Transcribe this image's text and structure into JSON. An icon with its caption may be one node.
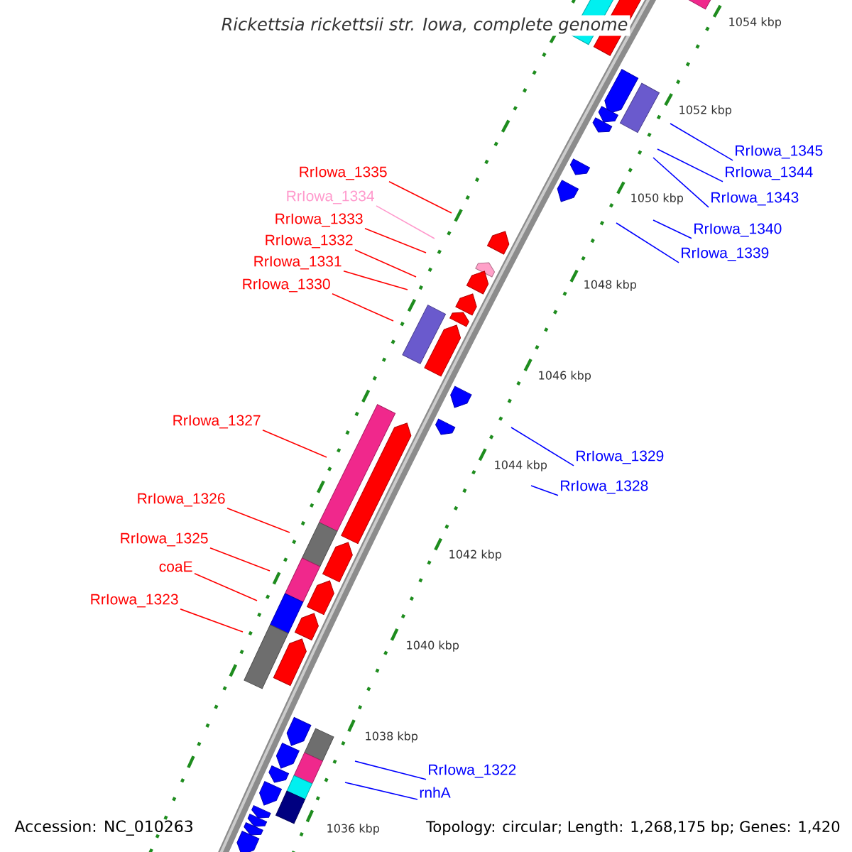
{
  "diagram": {
    "title": "Rickettsia rickettsii str. Iowa, complete genome",
    "nodes": [
      {
        "text": [
          "RrIowa_1345"
        ]
      },
      {
        "text": [
          "RrIowa_1335"
        ]
      },
      {
        "text": [
          "RrIowa_1344"
        ]
      },
      {
        "text": [
          "RrIowa_1334"
        ]
      },
      {
        "text": [
          "RrIowa_1343"
        ]
      },
      {
        "text": [
          "RrIowa_1333"
        ]
      },
      {
        "text": [
          "RrIowa_1340"
        ]
      },
      {
        "text": [
          "RrIowa_1332"
        ]
      },
      {
        "text": [
          "RrIowa_1339"
        ]
      },
      {
        "text": [
          "RrIowa_1331"
        ]
      },
      {
        "text": [
          "RrIowa_1330"
        ]
      },
      {
        "text": [
          "RrIowa_1327"
        ]
      },
      {
        "text": [
          "RrIowa_1329"
        ]
      },
      {
        "text": [
          "RrIowa_1328"
        ]
      },
      {
        "text": [
          "RrIowa_1326"
        ]
      },
      {
        "text": [
          "RrIowa_1325"
        ]
      },
      {
        "text": [
          "coaE"
        ]
      },
      {
        "text": [
          "RrIowa_1323"
        ]
      },
      {
        "text": [
          "RrIowa_1322"
        ]
      },
      {
        "text": [
          "rnhA"
        ]
      }
    ],
    "edges": [
      {
        "from": 0,
        "to": null,
        "arrow": "none",
        "color": "#0000ff"
      },
      {
        "from": 1,
        "to": null,
        "arrow": "none"
      },
      {
        "from": 2,
        "to": null,
        "arrow": "none",
        "color": "#0000ff"
      },
      {
        "from": 3,
        "to": null,
        "arrow": "none",
        "color": "#ff99cc"
      },
      {
        "from": 4,
        "to": null,
        "arrow": "none",
        "color": "#0000ff"
      },
      {
        "from": 5,
        "to": null,
        "arrow": "none"
      },
      {
        "from": 6,
        "to": null,
        "arrow": "none",
        "color": "#0000ff"
      },
      {
        "from": 7,
        "to": null,
        "arrow": "none"
      },
      {
        "from": 8,
        "to": null,
        "arrow": "none",
        "color": "#0000ff"
      },
      {
        "from": 9,
        "to": null,
        "arrow": "none"
      },
      {
        "from": 10,
        "to": null,
        "arrow": "none"
      },
      {
        "from": 11,
        "to": null,
        "arrow": "none"
      },
      {
        "from": 12,
        "to": null,
        "arrow": "none",
        "color": "#0000ff"
      },
      {
        "from": 13,
        "to": null,
        "arrow": "none",
        "color": "#0000ff"
      },
      {
        "from": 14,
        "to": null,
        "arrow": "none"
      },
      {
        "from": 15,
        "to": null,
        "arrow": "none"
      },
      {
        "from": 16,
        "to": null,
        "arrow": "none"
      },
      {
        "from": 17,
        "to": null,
        "arrow": "none"
      },
      {
        "from": 18,
        "to": null,
        "arrow": "none",
        "color": "#0000ff"
      },
      {
        "from": 19,
        "to": null,
        "arrow": "none",
        "color": "#0000ff"
      }
    ],
    "labels": [
      "1054 kbp",
      "1052 kbp",
      "1050 kbp",
      "1048 kbp",
      "1046 kbp",
      "1044 kbp",
      "1042 kbp",
      "1040 kbp",
      "1038 kbp",
      "1036 kbp",
      "Accession: NC_010263",
      "Topology: circular; Length: 1,268,175 bp; Genes: 1,420"
    ]
  }
}
